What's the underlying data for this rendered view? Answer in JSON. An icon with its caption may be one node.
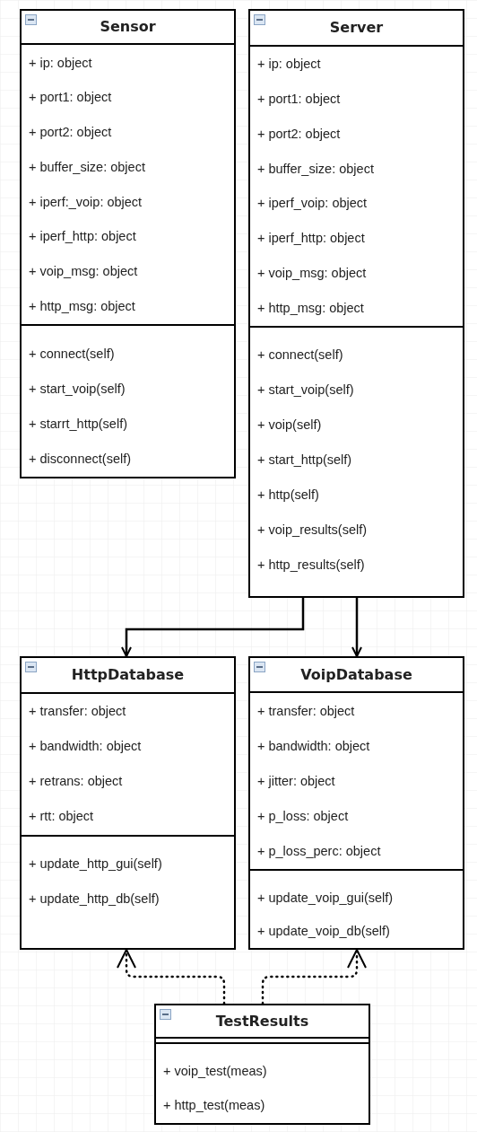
{
  "diagram": {
    "nodes": [
      {
        "text": [
          "Sensor"
        ]
      },
      {
        "text": [
          "+ ip: object",
          "+ port1: object",
          "+ port2: object",
          "+ buffer_size: object",
          "+ iperf:_voip: object",
          "+ iperf_http: object",
          "+ voip_msg: object",
          "+ http_msg: object"
        ],
        "in": 0
      },
      {
        "text": [
          "+ connect(self)",
          "+ start_voip(self)",
          "+ starrt_http(self)",
          "+ disconnect(self)"
        ],
        "in": 0
      },
      {
        "text": [
          "Server"
        ]
      },
      {
        "text": [
          "+ ip: object",
          "+ port1: object",
          "+ port2: object",
          "+ buffer_size: object",
          "+ iperf_voip: object",
          "+ iperf_http: object",
          "+ voip_msg: object",
          "+ http_msg: object"
        ],
        "in": 3
      },
      {
        "text": [
          "+ connect(self)",
          "+ start_voip(self)",
          "+ voip(self)",
          "+ start_http(self)",
          "+ http(self)",
          "+ voip_results(self)",
          "+ http_results(self)"
        ],
        "in": 3
      },
      {
        "text": [
          "HttpDatabase"
        ]
      },
      {
        "text": [
          "+ transfer: object",
          "+ bandwidth: object",
          "+ retrans: object",
          "+ rtt: object"
        ],
        "in": 6
      },
      {
        "text": [
          "+ update_http_gui(self)",
          "+ update_http_db(self)"
        ],
        "in": 6
      },
      {
        "text": [
          "VoipDatabase"
        ]
      },
      {
        "text": [
          "+ transfer: object",
          "+ bandwidth: object",
          "+ jitter: object",
          "+ p_loss: object",
          "+ p_loss_perc: object"
        ],
        "in": 9
      },
      {
        "text": [
          "+ update_voip_gui(self)",
          "+ update_voip_db(self)"
        ],
        "in": 9
      },
      {
        "text": [
          "TestResults"
        ]
      },
      {
        "text": [],
        "shape": "box",
        "in": 12
      },
      {
        "text": [
          "+ voip_test(meas)",
          "+ http_test(meas)"
        ],
        "in": 12
      }
    ],
    "edges": [
      {
        "from": 3,
        "to": 6,
        "arrow": "to"
      },
      {
        "from": 3,
        "to": 9,
        "arrow": "to"
      },
      {
        "from": 12,
        "to": 6,
        "arrow": "to",
        "style": "dashed"
      },
      {
        "from": 12,
        "to": 9,
        "arrow": "to",
        "style": "dashed"
      }
    ]
  }
}
